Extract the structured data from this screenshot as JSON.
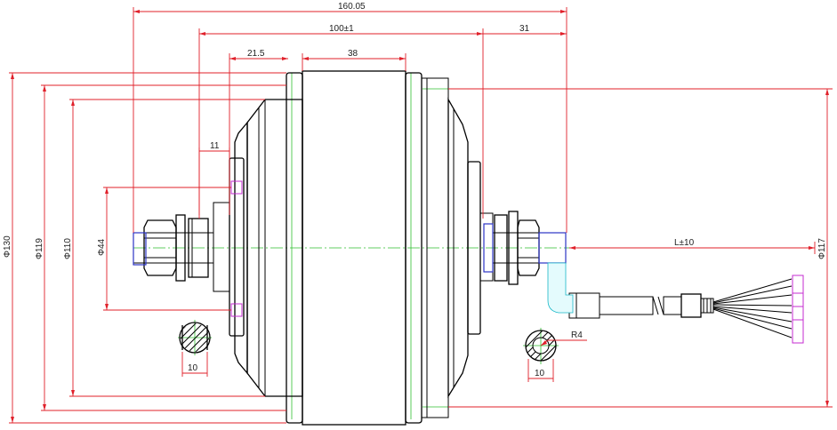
{
  "dimensions": {
    "overall_length": "160.05",
    "flange_span": "100±1",
    "right_shaft": "31",
    "left_offset": "21.5",
    "drum_width": "38",
    "shaft_step": "11",
    "dia_130": "Φ130",
    "dia_119": "Φ119",
    "dia_110": "Φ110",
    "dia_44": "Φ44",
    "dia_117": "Φ117",
    "cable_length": "L±10",
    "left_section_width": "10",
    "right_section_width": "10",
    "radius": "R4"
  },
  "colors": {
    "dimension": "#e0202a",
    "centerline": "#2fbf2f",
    "outline": "#000000",
    "fastener": "#c42bd0",
    "thread": "#2b34c4",
    "cable": "#19b8c8"
  }
}
